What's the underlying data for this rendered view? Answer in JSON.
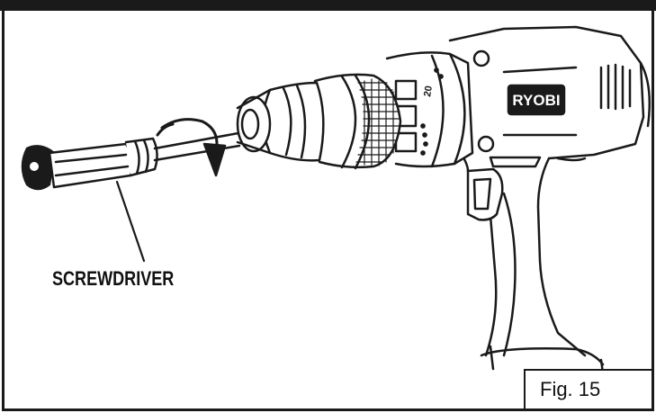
{
  "figure": {
    "callout_label": "SCREWDRIVER",
    "figure_number": "Fig. 15",
    "brand": "RYOBI",
    "dial_number": "20"
  },
  "colors": {
    "ink": "#1a1a1a",
    "background": "#ffffff"
  }
}
